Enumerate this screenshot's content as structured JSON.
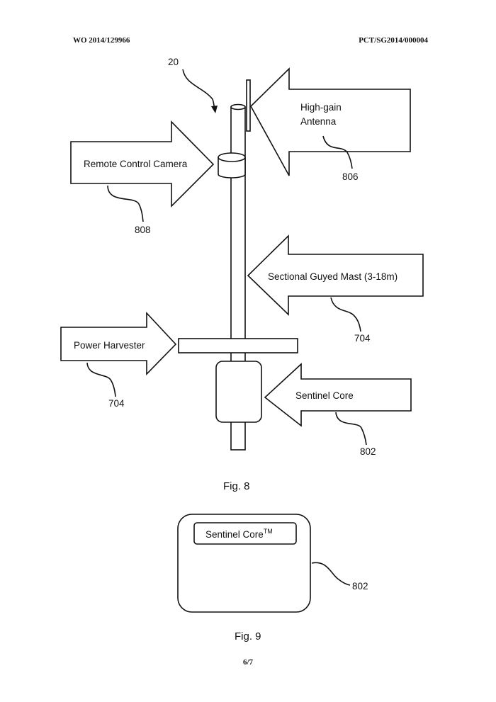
{
  "header": {
    "publication_number": "WO 2014/129966",
    "application_number": "PCT/SG2014/000004"
  },
  "figure8": {
    "reference_numeral": "20",
    "labels": {
      "antenna_line1": "High-gain",
      "antenna_line2": "Antenna",
      "camera": "Remote Control Camera",
      "mast": "Sectional Guyed Mast (3-18m)",
      "power": "Power Harvester",
      "core": "Sentinel Core"
    },
    "numerals": {
      "antenna": "806",
      "camera": "808",
      "mast": "704",
      "power": "704",
      "core": "802"
    },
    "caption": "Fig. 8"
  },
  "figure9": {
    "label": "Sentinel Core",
    "trademark": "TM",
    "numeral": "802",
    "caption": "Fig. 9"
  },
  "footer": {
    "page_number": "6/7"
  }
}
